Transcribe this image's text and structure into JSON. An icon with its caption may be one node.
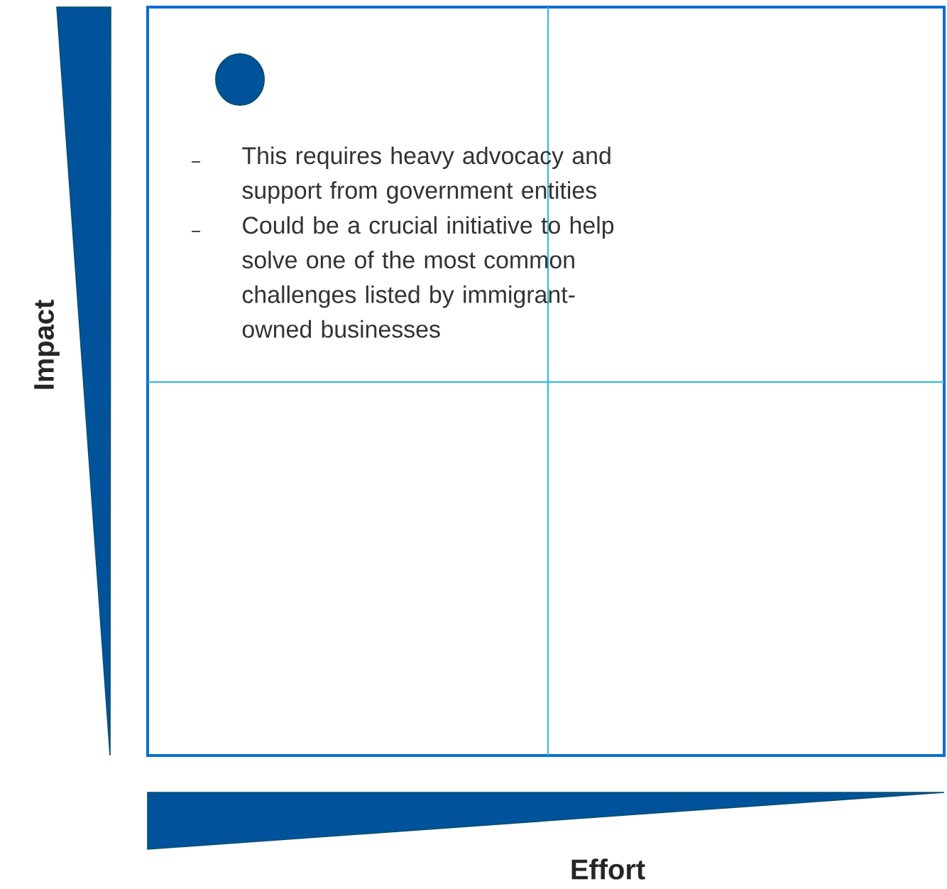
{
  "diagram": {
    "nodes": [
      {
        "text": [],
        "shape": "circle"
      }
    ],
    "labels": [
      "Impact",
      "This requires heavy advocacy and support from government entities",
      "Could be a crucial initiative to help solve one of the most common challenges listed by immigrant-owned businesses",
      "Effort"
    ]
  }
}
